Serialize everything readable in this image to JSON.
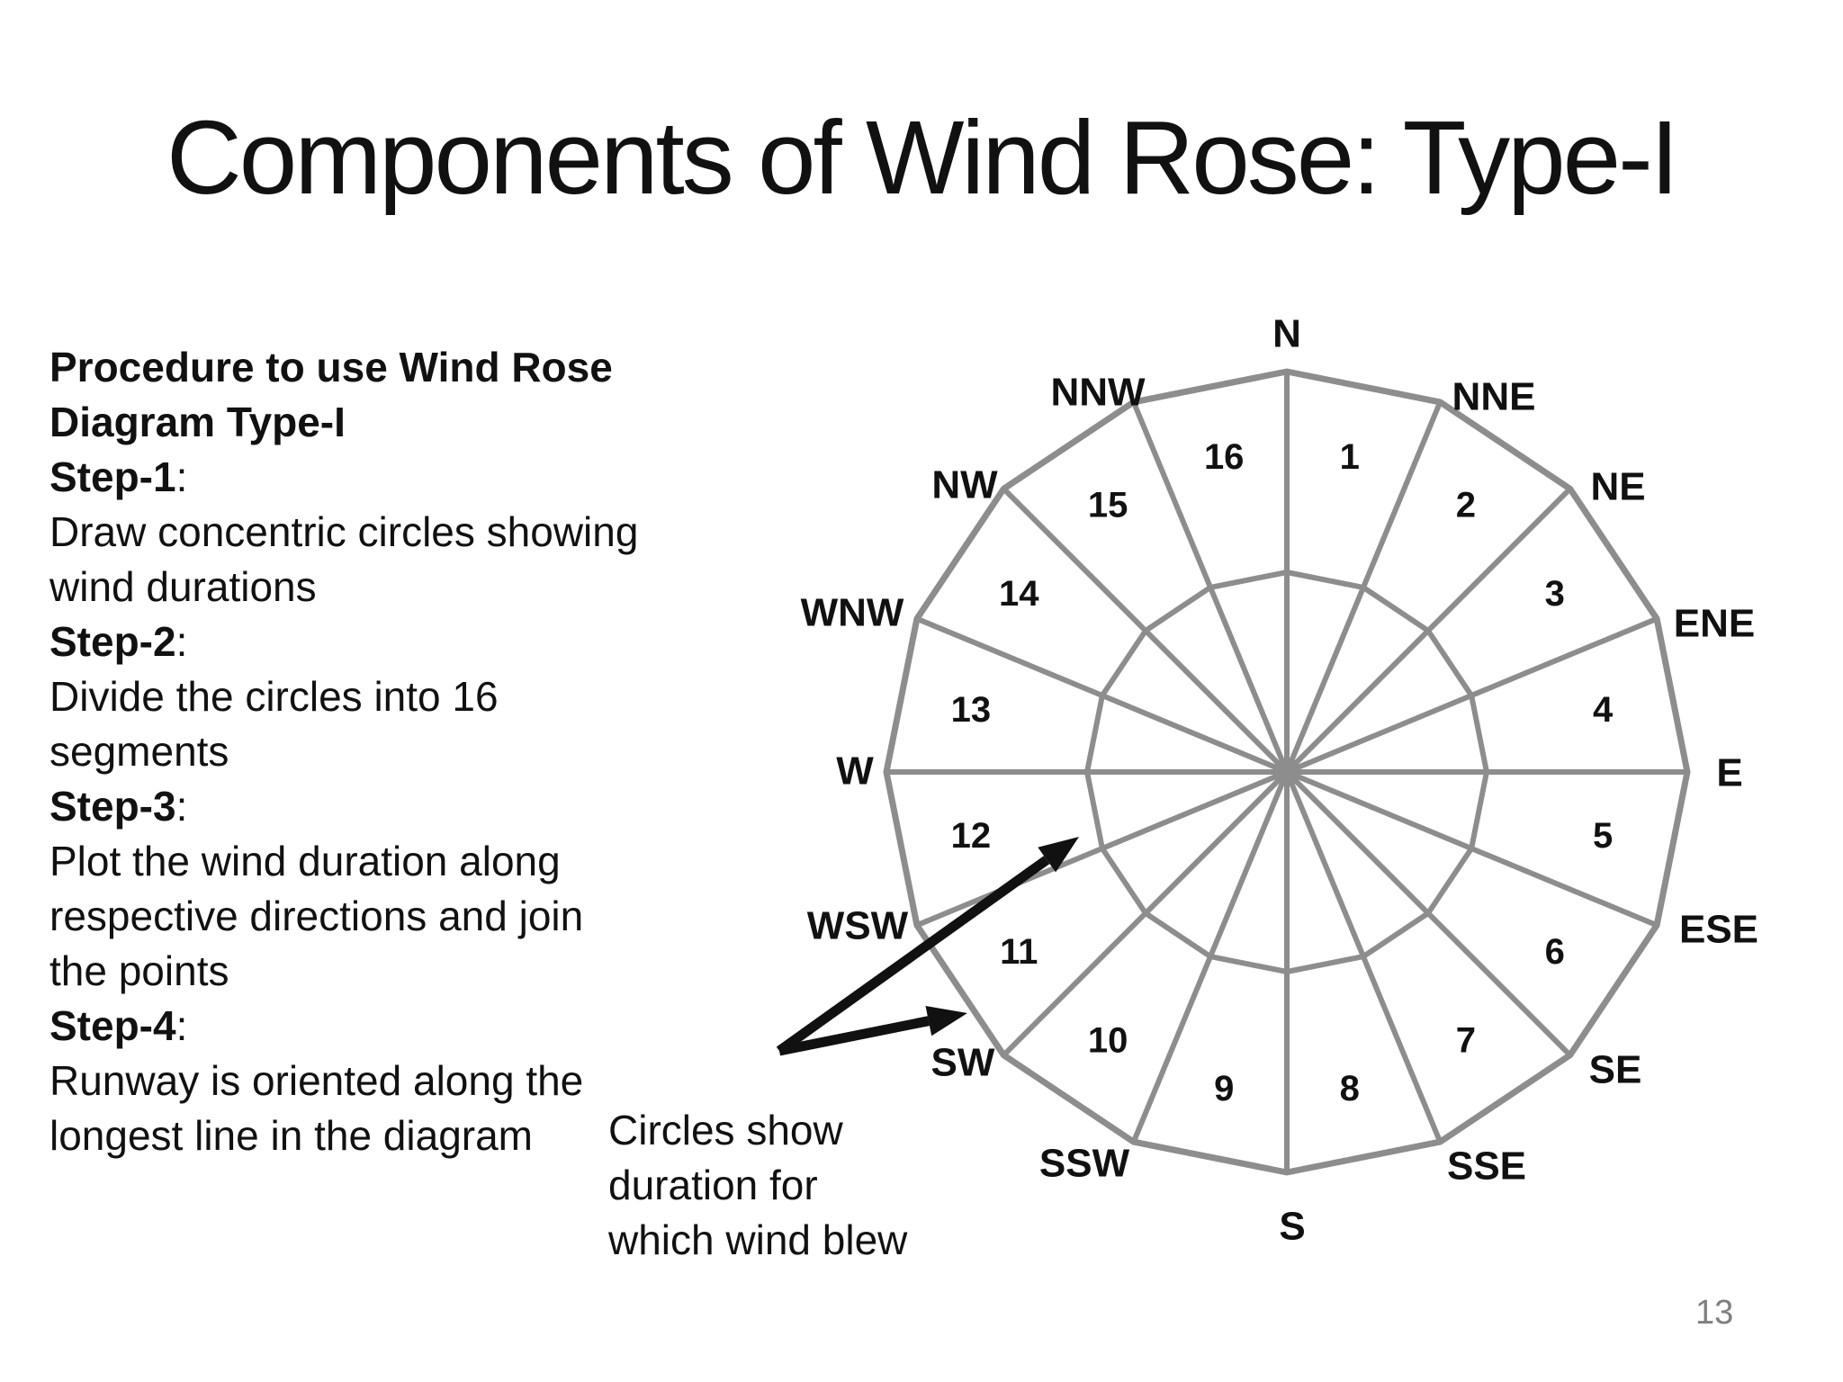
{
  "title": "Components of Wind Rose: Type-I",
  "page_number": "13",
  "procedure": {
    "lines": [
      {
        "bold": "Procedure to use Wind Rose",
        "regular": ""
      },
      {
        "bold": "Diagram Type-I",
        "regular": ""
      },
      {
        "bold": "Step-1",
        "regular": ":"
      },
      {
        "bold": "",
        "regular": "Draw concentric circles  showing"
      },
      {
        "bold": "",
        "regular": "wind durations"
      },
      {
        "bold": "Step-2",
        "regular": ":"
      },
      {
        "bold": "",
        "regular": "Divide the circles into 16"
      },
      {
        "bold": "",
        "regular": "segments"
      },
      {
        "bold": "Step-3",
        "regular": ":"
      },
      {
        "bold": "",
        "regular": "Plot the wind duration along"
      },
      {
        "bold": "",
        "regular": "respective directions and join"
      },
      {
        "bold": "",
        "regular": "the points"
      },
      {
        "bold": "Step-4",
        "regular": ":"
      },
      {
        "bold": "",
        "regular": "Runway is oriented along the"
      },
      {
        "bold": "",
        "regular": "longest line in the diagram"
      }
    ]
  },
  "annotation": {
    "lines": [
      "Circles show",
      "duration for",
      "which wind blew"
    ]
  },
  "chart_data": {
    "type": "wind-rose-template",
    "title": "Wind Rose Type-I component diagram",
    "directions": [
      "N",
      "NNE",
      "NE",
      "ENE",
      "E",
      "ESE",
      "SE",
      "SSE",
      "S",
      "SSW",
      "SW",
      "WSW",
      "W",
      "WNW",
      "NW",
      "NNW"
    ],
    "segments": [
      {
        "n": "1",
        "between": [
          "N",
          "NNE"
        ]
      },
      {
        "n": "2",
        "between": [
          "NNE",
          "NE"
        ]
      },
      {
        "n": "3",
        "between": [
          "NE",
          "ENE"
        ]
      },
      {
        "n": "4",
        "between": [
          "ENE",
          "E"
        ]
      },
      {
        "n": "5",
        "between": [
          "E",
          "ESE"
        ]
      },
      {
        "n": "6",
        "between": [
          "ESE",
          "SE"
        ]
      },
      {
        "n": "7",
        "between": [
          "SE",
          "SSE"
        ]
      },
      {
        "n": "8",
        "between": [
          "SSE",
          "S"
        ]
      },
      {
        "n": "9",
        "between": [
          "S",
          "SSW"
        ]
      },
      {
        "n": "10",
        "between": [
          "SSW",
          "SW"
        ]
      },
      {
        "n": "11",
        "between": [
          "SW",
          "WSW"
        ]
      },
      {
        "n": "12",
        "between": [
          "WSW",
          "W"
        ]
      },
      {
        "n": "13",
        "between": [
          "W",
          "WNW"
        ]
      },
      {
        "n": "14",
        "between": [
          "WNW",
          "NW"
        ]
      },
      {
        "n": "15",
        "between": [
          "NW",
          "NNW"
        ]
      },
      {
        "n": "16",
        "between": [
          "NNW",
          "N"
        ]
      }
    ],
    "concentric_circles": 2,
    "colors": {
      "line": "#8d8d8d",
      "text": "#111111",
      "arrow": "#111111",
      "page_number": "#7f7f7f"
    }
  }
}
